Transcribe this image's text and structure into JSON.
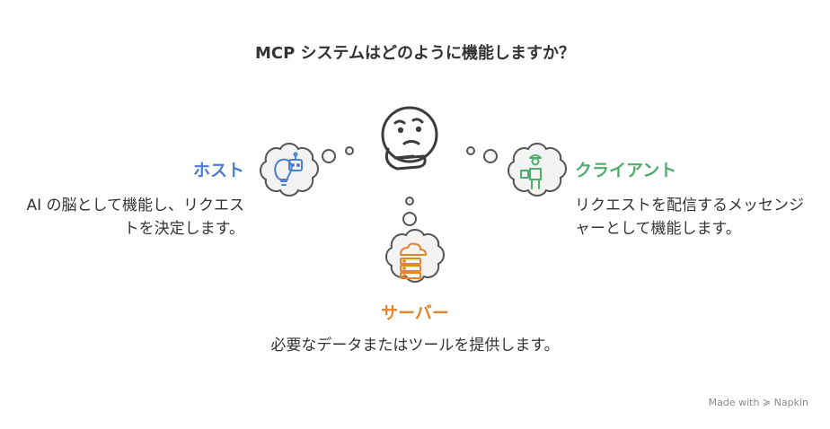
{
  "title": "MCP システムはどのように機能しますか？",
  "colors": {
    "host": "#4a7fd0",
    "client": "#4fae6e",
    "server": "#e0862c",
    "text": "#333333",
    "bubble_fill": "#f3f3f3",
    "bubble_stroke": "#555555"
  },
  "host": {
    "label": "ホスト",
    "description": "AI の脳として機能し、リクエストを決定します。",
    "icon": "robot-head-lightbulb-icon"
  },
  "client": {
    "label": "クライアント",
    "description": "リクエストを配信するメッセンジャーとして機能します。",
    "icon": "delivery-person-icon"
  },
  "server": {
    "label": "サーバー",
    "description": "必要なデータまたはツールを提供します。",
    "icon": "cloud-server-icon"
  },
  "center_icon": "thinking-face-icon",
  "credit": "Made with ≽ Napkin"
}
